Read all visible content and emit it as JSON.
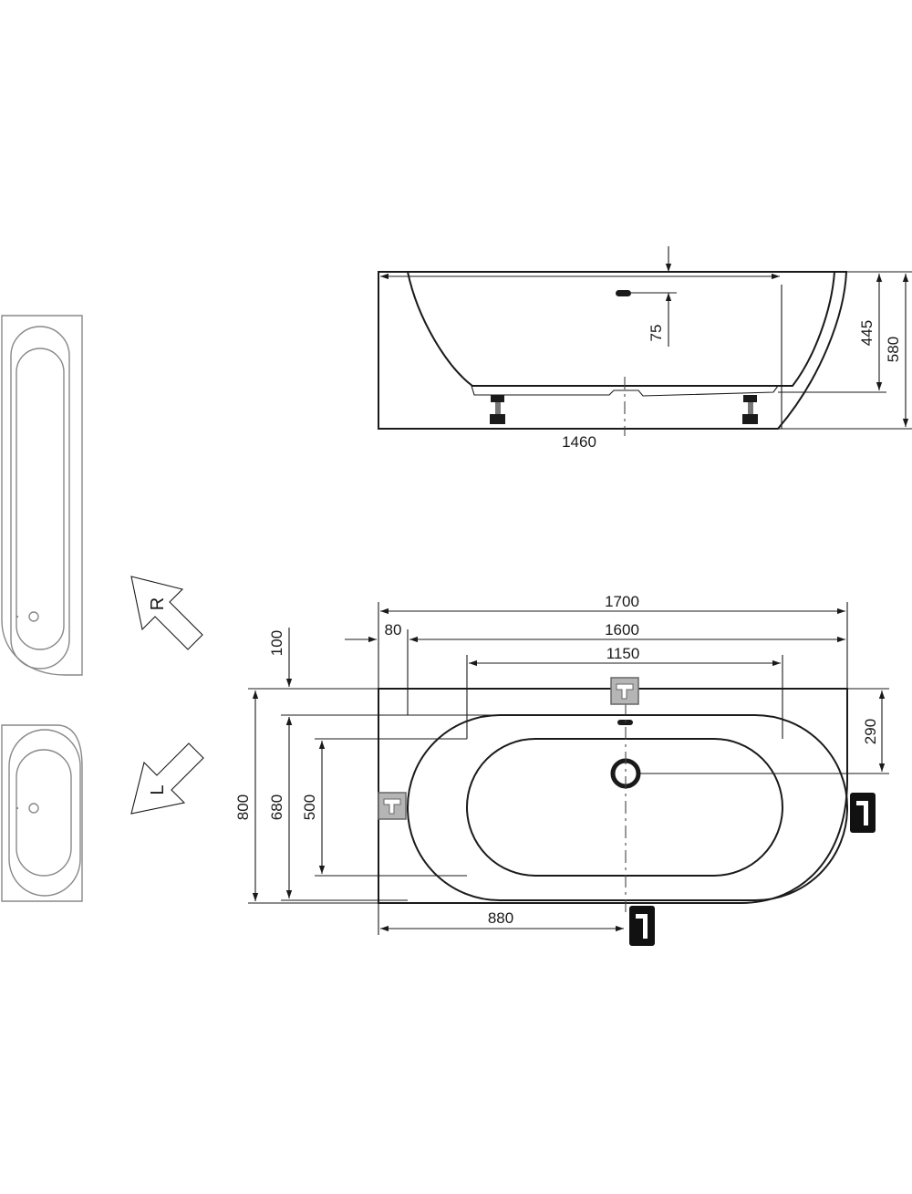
{
  "side_view": {
    "width_label": "1460",
    "overflow_label": "75",
    "inner_height_label": "445",
    "total_height_label": "580"
  },
  "top_view": {
    "total_length_label": "1700",
    "inner_length_label": "1600",
    "bottom_length_label": "1150",
    "rim_offset_label": "80",
    "top_offset_label": "100",
    "total_width_label": "800",
    "inner_width_label": "680",
    "bottom_width_label": "500",
    "drain_offset_label": "290",
    "drain_position_label": "880"
  },
  "orientation": {
    "right_label": "R",
    "left_label": "L"
  }
}
